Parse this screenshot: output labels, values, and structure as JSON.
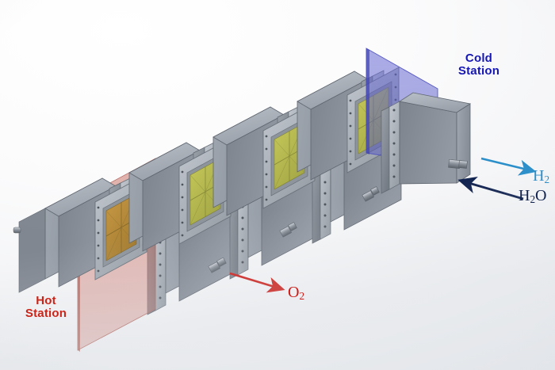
{
  "figure": {
    "type": "3d-cad-render",
    "subject": "Segmented electrolyzer / fuel-cell stack with hot and cold thermal stations",
    "background_color": "#f2f3f5"
  },
  "labels": {
    "cold_station": {
      "line1": "Cold",
      "line2": "Station",
      "color": "#1616b4"
    },
    "hot_station": {
      "line1": "Hot",
      "line2": "Station",
      "color": "#cc2418"
    }
  },
  "flows": [
    {
      "id": "h2",
      "formula": "H",
      "subscript": "2",
      "label": "H2",
      "color": "#2b8fc9",
      "direction": "out-right"
    },
    {
      "id": "h2o",
      "formula": "H",
      "subscript": "2",
      "suffix": "O",
      "label": "H2O",
      "color": "#10224f",
      "direction": "in-left"
    },
    {
      "id": "o2",
      "formula": "O",
      "subscript": "2",
      "label": "O2",
      "color": "#cc1b16",
      "direction": "out-right"
    }
  ],
  "planes": [
    {
      "id": "cold-plane",
      "name": "Cold Station plane",
      "color": "#5457c8",
      "opacity": 0.45
    },
    {
      "id": "hot-plane",
      "name": "Hot Station plane",
      "color": "#c04a3c",
      "opacity": 0.45
    }
  ],
  "modules": {
    "count_upper": 5,
    "count_lower": 4,
    "body_color": "#8d929c",
    "flange_color": "#a9aeb6",
    "cell_face_color": "#b5b84a",
    "cell_face_color_hot": "#b58a36",
    "port_color": "#9aa0a8",
    "cell_grid": "2x2"
  },
  "colors": {
    "arrow_h2": "#2b8fc9",
    "arrow_h2o": "#10224f",
    "arrow_o2": "#cc1b16",
    "metal_light": "#b9bec6",
    "metal_mid": "#9097a1",
    "metal_dark": "#6e757f"
  }
}
